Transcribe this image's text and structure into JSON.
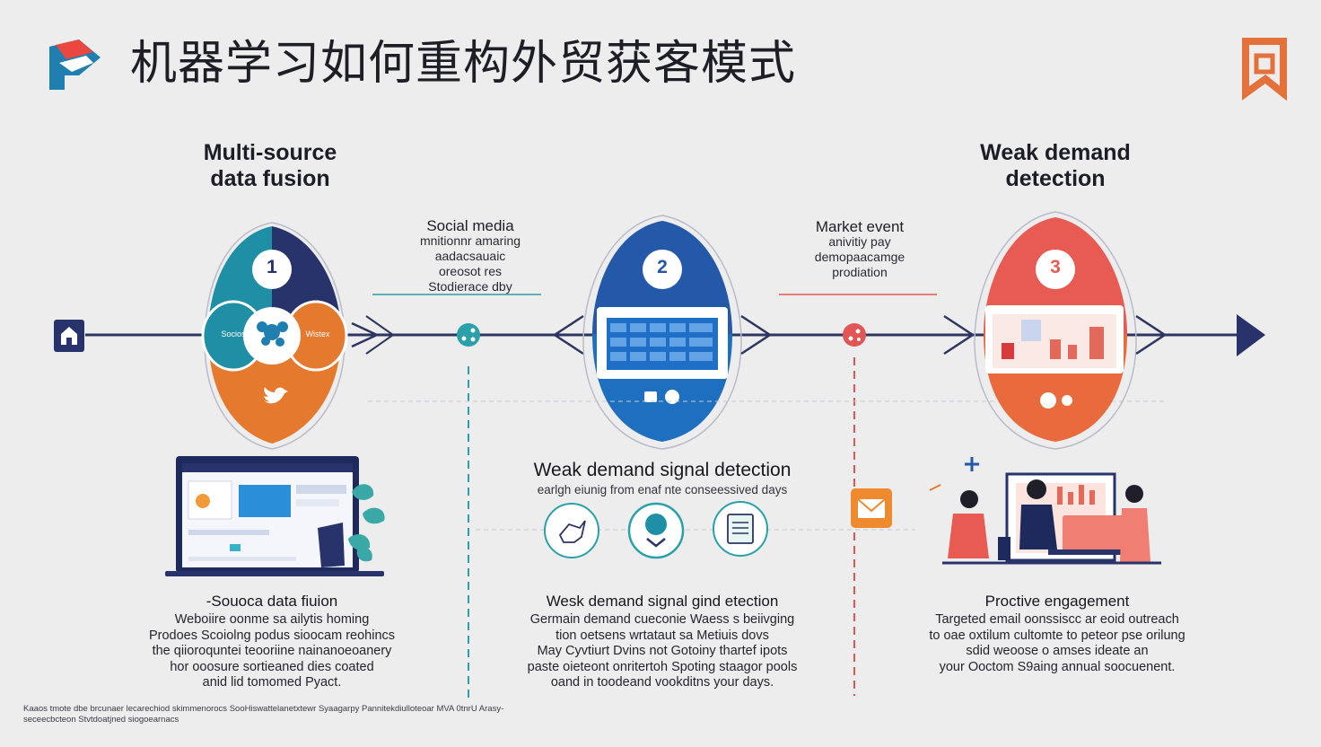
{
  "title": "机器学习如何重构外贸获客模式",
  "stages": [
    {
      "number": "1",
      "title_lines": [
        "Multi-source",
        "data fusion"
      ],
      "left_label": "Socios",
      "right_label": "Wistex"
    },
    {
      "number": "2",
      "title_lines": [],
      "left_label": "",
      "right_label": ""
    },
    {
      "number": "3",
      "title_lines": [
        "Weak demand",
        "detection"
      ],
      "left_label": "",
      "right_label": ""
    }
  ],
  "connector_notes": [
    {
      "head": "Social media",
      "lines": [
        "mnitionnr amaring",
        "aadacsauaic",
        "oreosot res",
        "Stodierace dby"
      ]
    },
    {
      "head": "Market event",
      "lines": [
        "anivitiy pay",
        "demopaacamge",
        "prodiation"
      ]
    }
  ],
  "middle_section": {
    "title": "Weak demand signal detection",
    "subtitle": "earlgh eiunig from enaf nte conseessived days"
  },
  "columns": [
    {
      "title": "-Souoca data fiuion",
      "lines": [
        "Weboiire oonme sa ailytis homing",
        "Prodoes Scoiolng podus sioocam reohincs",
        "the qiioroquntei teooriine nainanoeoanery",
        "hor ooosure sortieaned dies coated",
        "anid lid tomomed Pyact."
      ]
    },
    {
      "title": "Wesk demand signal gind etection",
      "lines": [
        "Germain demand cueconie Waess s beiivging",
        "tion oetsens wrtataut sa Metiuis dovs",
        "May Cyvtiurt Dvins not Gotoiny thartef ipots",
        "paste oieteont onritertoh Spoting staagor pools",
        "oand in toodeand vookditns your days."
      ]
    },
    {
      "title": "Proctive engagement",
      "lines": [
        "Targeted email oonssiscc ar eoid outreach",
        "to oae oxtilum cultomte to peteor pse orilung",
        "sdid weoose o amses ideate an",
        "your Ooctom S9aing annual soocuenent."
      ]
    }
  ],
  "footnote": {
    "line1": "Kaaos tmote dbe brcunaer lecarechiod skimmenorocs SooHiswattelanetxtewr Syaagarpy Pannitekdiulloteoar MVA 0tnrU Arasy-",
    "line2": "seceecbcteon Stvtdoatjned siogoearnacs"
  },
  "colors": {
    "navy": "#27336a",
    "teal": "#1f8fa6",
    "orange": "#e57a2f",
    "blue": "#2458a8",
    "coral": "#e75b52",
    "line": "#2d3560",
    "teal_dash": "#2aa0a8",
    "red_dash": "#e35454"
  },
  "icons": [
    "logo-icon",
    "brand-mark-icon",
    "home-icon",
    "network-icon",
    "twitter-bird-icon",
    "share-node-icon",
    "broadcast-node-icon",
    "mail-icon",
    "bird-sketch-icon",
    "location-pin-icon",
    "document-icon",
    "plus-icon",
    "arrow-head-icon"
  ]
}
